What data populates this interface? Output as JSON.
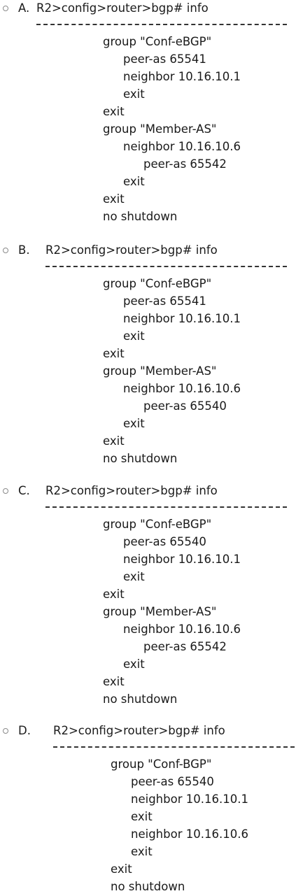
{
  "options": [
    {
      "letter": "A.",
      "prompt": "R2>config>router>bgp# info",
      "lines": [
        "group \"Conf-eBGP\"",
        "peer-as 65541",
        "neighbor 10.16.10.1",
        "exit",
        "exit",
        "group \"Member-AS\"",
        "neighbor 10.16.10.6",
        "peer-as 65542",
        "exit",
        "exit",
        "no shutdown"
      ]
    },
    {
      "letter": "B.",
      "prompt": "R2>config>router>bgp# info",
      "lines": [
        "group \"Conf-eBGP\"",
        "peer-as 65541",
        "neighbor 10.16.10.1",
        "exit",
        "exit",
        "group \"Member-AS\"",
        "neighbor 10.16.10.6",
        "peer-as 65540",
        "exit",
        "exit",
        "no shutdown"
      ]
    },
    {
      "letter": "C.",
      "prompt": "R2>config>router>bgp# info",
      "lines": [
        "group \"Conf-eBGP\"",
        "peer-as 65540",
        "neighbor 10.16.10.1",
        "exit",
        "exit",
        "group \"Member-AS\"",
        "neighbor 10.16.10.6",
        "peer-as 65542",
        "exit",
        "exit",
        "no shutdown"
      ]
    },
    {
      "letter": "D.",
      "prompt": "R2>config>router>bgp# info",
      "lines": [
        "group \"Conf-BGP\"",
        "peer-as 65540",
        "neighbor 10.16.10.1",
        "exit",
        "neighbor 10.16.10.6",
        "exit",
        "exit",
        "no shutdown"
      ]
    }
  ]
}
